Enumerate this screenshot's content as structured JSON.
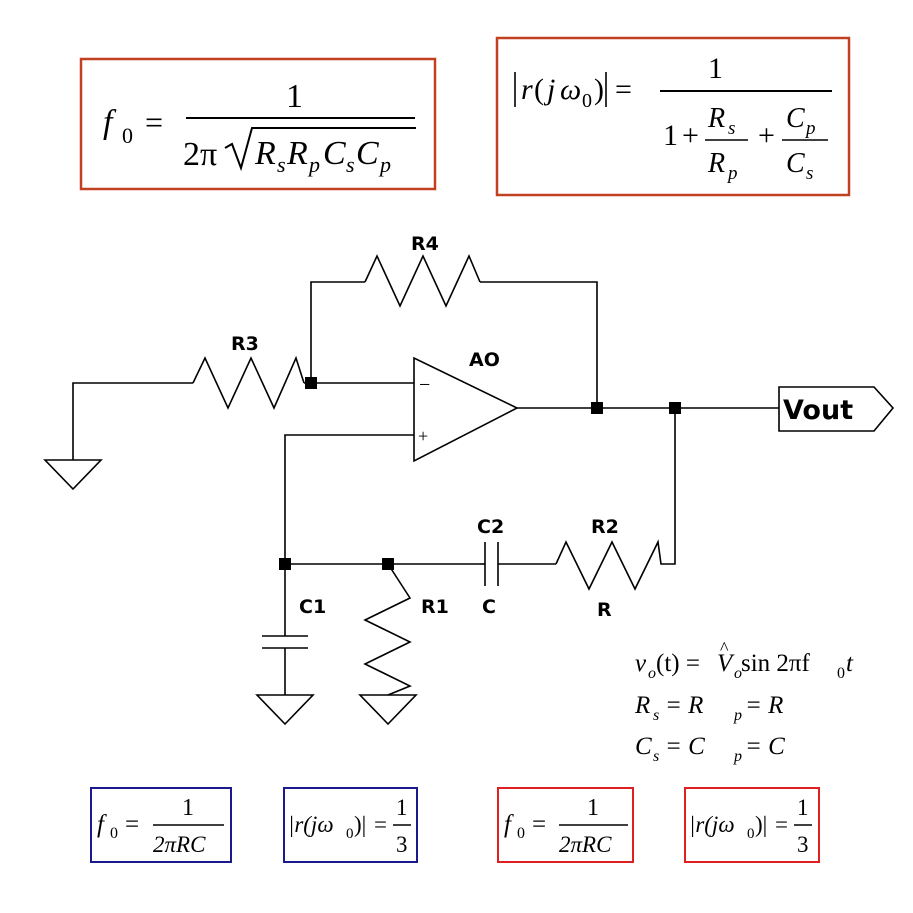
{
  "formulas": {
    "top_f0": {
      "lhs_var": "f",
      "lhs_sub": "0",
      "eq": "=",
      "num": "1",
      "den_2pi": "2π",
      "den_R": "R",
      "den_s": "s",
      "den_R2": "R",
      "den_p": "p",
      "den_C": "C",
      "den_s2": "s",
      "den_C2": "C",
      "den_p2": "p"
    },
    "top_r": {
      "bar": "|",
      "r": "r",
      "paren_open": "(",
      "j": "j",
      "omega": "ω",
      "sub0": "0",
      "paren_close": ")",
      "eq": "=",
      "num": "1",
      "den_one": "1",
      "plus1": "+",
      "plus2": "+",
      "frac1_num": "R",
      "frac1_num_sub": "s",
      "frac1_den": "R",
      "frac1_den_sub": "p",
      "frac2_num": "C",
      "frac2_num_sub": "p",
      "frac2_den": "C",
      "frac2_den_sub": "s"
    },
    "conditions": {
      "line1_v": "v",
      "line1_sub": "o",
      "line1_rest": "(t) = ",
      "line1_V": "V",
      "line1_Vsub": "o",
      "line1_tail": " sin 2πf",
      "line1_tail_sub": "0",
      "line1_end": "t",
      "line2": "R",
      "line2_s": "s",
      "line2_mid": " = R",
      "line2_p": "p",
      "line2_end": " = R",
      "line3": "C",
      "line3_s": "s",
      "line3_mid": " = C",
      "line3_p": "p",
      "line3_end": " = C"
    },
    "bottom": [
      {
        "kind": "f0",
        "lhs": "f",
        "lhs_sub": "0",
        "eq": "=",
        "num": "1",
        "den": "2πRC",
        "border_color": "#1a1a8c"
      },
      {
        "kind": "r",
        "lhs": "|r(jω",
        "lhs_sub": "0",
        "lhs_end": ")|",
        "eq": "=",
        "num": "1",
        "den": "3",
        "border_color": "#1a1a8c"
      },
      {
        "kind": "f0",
        "lhs": "f",
        "lhs_sub": "0",
        "eq": "=",
        "num": "1",
        "den": "2πRC",
        "border_color": "#e02020"
      },
      {
        "kind": "r",
        "lhs": "|r(jω",
        "lhs_sub": "0",
        "lhs_end": ")|",
        "eq": "=",
        "num": "1",
        "den": "3",
        "border_color": "#e02020"
      }
    ]
  },
  "colors": {
    "top_box_border": "#c04020",
    "blue_box_border": "#1a1a8c",
    "red_box_border": "#e02020"
  },
  "circuit": {
    "labels": {
      "R4": "R4",
      "R3": "R3",
      "AO": "AO",
      "minus": "−",
      "plus": "+",
      "C2": "C2",
      "C2_value": "C",
      "R2": "R2",
      "R2_value": "R",
      "C1": "C1",
      "R1": "R1",
      "vout": "Vout"
    }
  }
}
